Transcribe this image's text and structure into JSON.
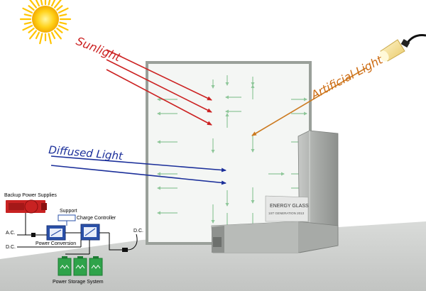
{
  "labels": {
    "sunlight": "Sunlight",
    "artificial_light": "Artificial Light",
    "diffused_light": "Diffused Light",
    "backup_power": "Backup Power Supplies",
    "support": "Support",
    "charge_controller": "Charge Controller",
    "power_conversion": "Power Conversion",
    "power_storage": "Power Storage System",
    "ac_label": "A.C.",
    "dc_label_left": "D.C.",
    "dc_label_right": "D.C.",
    "product_name": "ENERGY GLASS",
    "product_generation": "1ST GENERATION 2013"
  },
  "colors": {
    "sunlight_arrows": "#cc2222",
    "artificial_arrow": "#cc7a20",
    "diffused_arrows": "#1b2f9a",
    "internal_arrows": "#8fc79a",
    "frame": "#9aa09a",
    "floor": "#cfd1cf",
    "battery": "#2fa34a",
    "generator": "#c82222",
    "converter": "#2a50a8"
  },
  "icons": {
    "sun": "sun-icon",
    "lamp": "lamp-icon",
    "generator": "generator-icon",
    "battery": "battery-icon"
  }
}
